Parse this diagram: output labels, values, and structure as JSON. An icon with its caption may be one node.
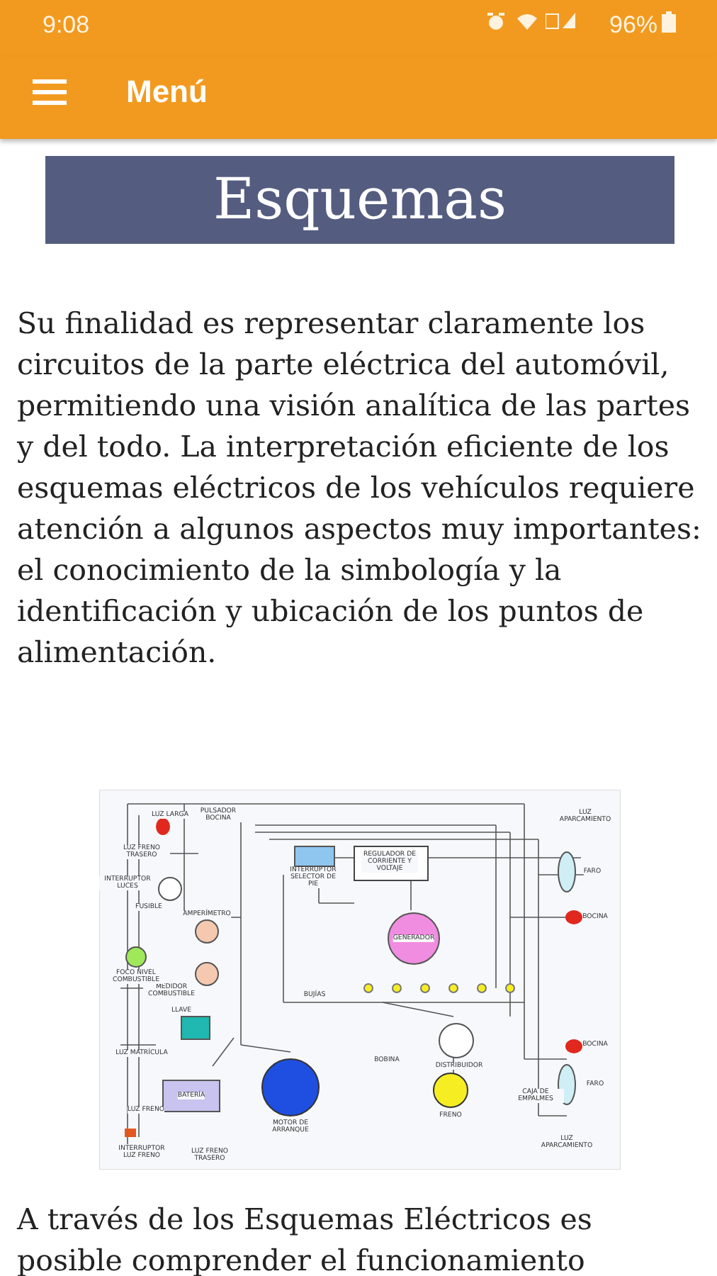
{
  "diagram": {
    "title": "Esquemas",
    "labels": [
      "9:08",
      "96%",
      "Menú",
      "Su finalidad es representar claramente los circuitos de la parte eléctrica del automóvil, permitiendo una visión analítica de las partes y del todo. La interpretación eficiente de los esquemas eléctricos de los vehículos requiere atención a algunos aspectos muy importantes: el conocimiento de la simbología y la identificación y ubicación de los puntos de alimentación.",
      "LUZ LARGA",
      "PULSADOR BOCINA",
      "LUZ APARCAMIENTO",
      "LUZ FRENO TRASERO",
      "REGULADOR DE CORRIENTE Y VOLTAJE",
      "INTERRUPTOR SELECTOR DE PIE",
      "FARO",
      "INTERRUPTOR LUCES",
      "FUSIBLE",
      "AMPERÍMETRO",
      "BOCINA",
      "GENERADOR",
      "MEDIDOR COMBUSTIBLE",
      "FOCO NIVEL COMBUSTIBLE",
      "BUJÍAS",
      "LLAVE",
      "LUZ MATRÍCULA",
      "BOCINA",
      "BOBINA",
      "DISTRIBUIDOR",
      "FARO",
      "CAJA DE EMPALMES",
      "BATERÍA",
      "LUZ FRENO",
      "FRENO",
      "MOTOR DE ARRANQUE",
      "LUZ APARCAMIENTO",
      "INTERRUPTOR LUZ FRENO",
      "LUZ FRENO TRASERO",
      "A través de los Esquemas Eléctricos es posible comprender el funcionamiento"
    ]
  }
}
